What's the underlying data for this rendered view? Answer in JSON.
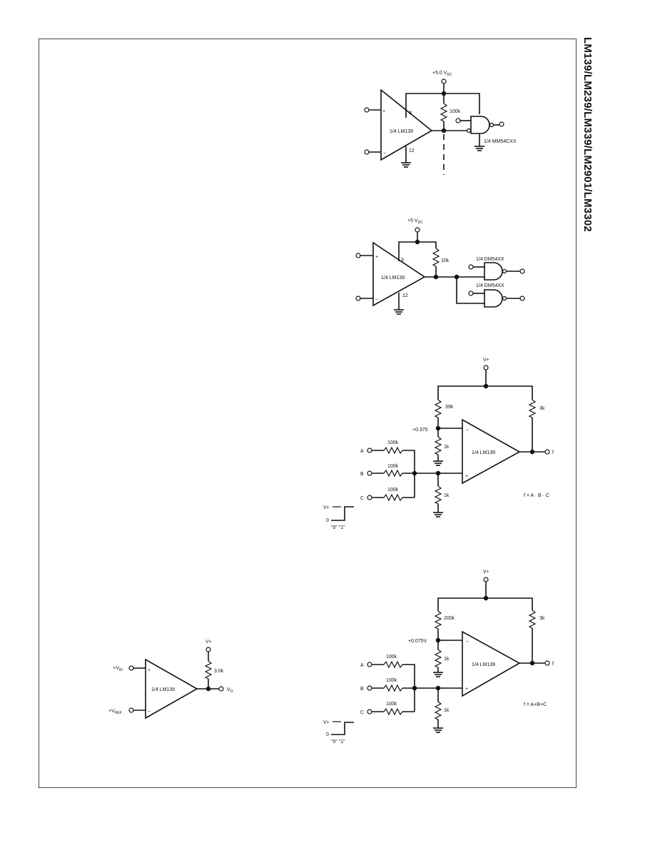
{
  "header": {
    "side_title": "LM139/LM239/LM339/LM2901/LM3302"
  },
  "circuit1": {
    "supply": "+5.0 V",
    "supply_sub": "DC",
    "opamp": "1/4 LM139",
    "pin_top": "3",
    "pin_bottom": "12",
    "resistor": "100k",
    "gate": "1/4 MM54CXX",
    "plus": "+",
    "minus": "−"
  },
  "circuit2": {
    "supply": "+5 V",
    "supply_sub": "DC",
    "opamp": "1/4 LM139",
    "pin_top": "3",
    "pin_bottom": "12",
    "resistor": "10k",
    "gate_top": "1/4 DM54XX",
    "gate_bottom": "1/4 DM54XX",
    "plus": "+",
    "minus": "−"
  },
  "circuit3": {
    "supply": "V+",
    "r_top": "39k",
    "r_pull": "3k",
    "ref": "+0.375",
    "r_mid": "1k",
    "r_low": "1k",
    "opamp": "1/4 LM139",
    "inputs": [
      "A",
      "B",
      "C"
    ],
    "input_resistors": [
      "100k",
      "100k",
      "100k"
    ],
    "output": "f",
    "equation": "f = A · B · C",
    "logic_v": "V+",
    "logic_zero": "0",
    "logic_labels": "\"0\"  \"1\"",
    "plus": "+",
    "minus": "−"
  },
  "circuit4": {
    "supply": "V+",
    "r_top": "200k",
    "r_pull": "3k",
    "ref": "+0.075V",
    "r_mid": "1k",
    "r_low": "1k",
    "opamp": "1/4 LM139",
    "inputs": [
      "A",
      "B",
      "C"
    ],
    "input_resistors": [
      "100k",
      "100k",
      "100k"
    ],
    "output": "f",
    "equation": "f = A+B+C",
    "logic_v": "V+",
    "logic_zero": "0",
    "logic_labels": "\"0\"  \"1\"",
    "plus": "+",
    "minus": "−"
  },
  "circuit5": {
    "supply": "V+",
    "resistor": "3.0k",
    "opamp": "1/4 LM139",
    "in_plus": "+V",
    "in_plus_sub": "IN",
    "in_minus": "+V",
    "in_minus_sub": "REF",
    "output": "V",
    "output_sub": "O",
    "plus": "+",
    "minus": "−"
  }
}
